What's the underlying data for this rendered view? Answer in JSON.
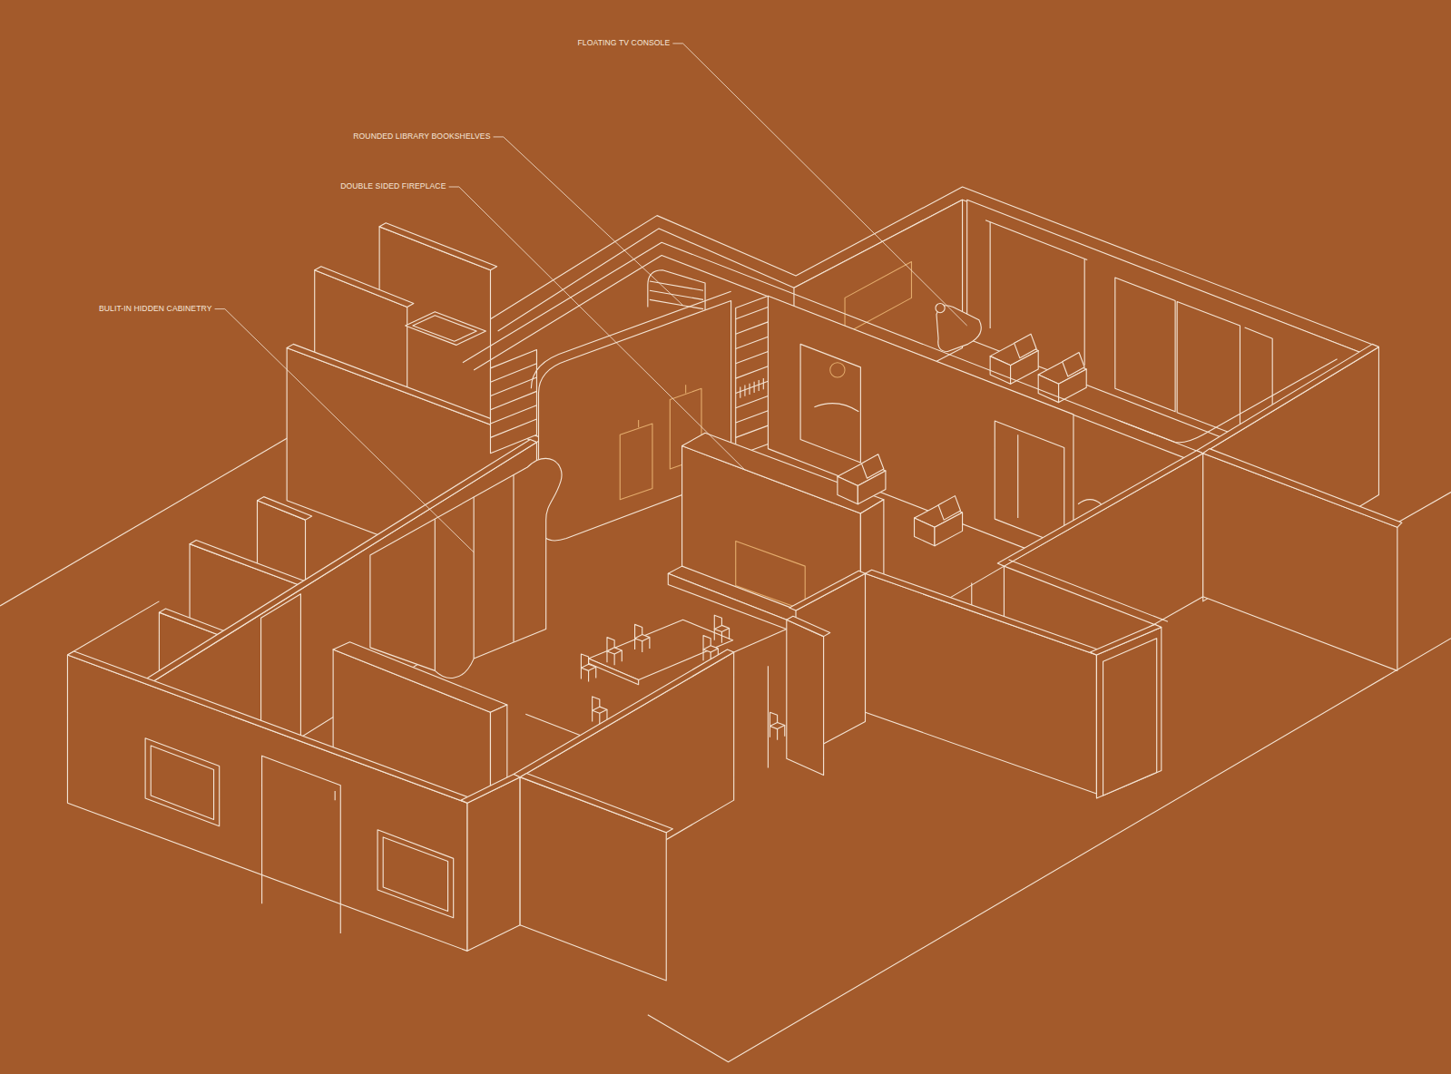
{
  "diagram": {
    "labels": [
      "FLOATING TV CONSOLE",
      "ROUNDED LIBRARY BOOKSHELVES",
      "DOUBLE SIDED FIREPLACE",
      "BULIT-IN HIDDEN CABINETRY"
    ]
  }
}
